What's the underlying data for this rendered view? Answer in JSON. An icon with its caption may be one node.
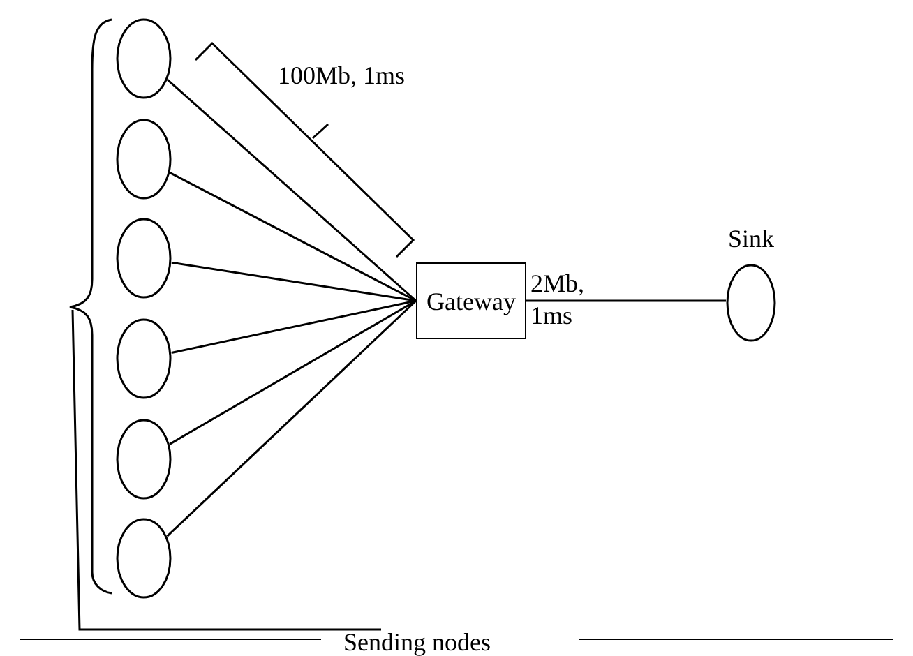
{
  "diagram": {
    "nodes": [
      {
        "text": [],
        "shape": "circle"
      },
      {
        "text": [],
        "shape": "circle"
      },
      {
        "text": [],
        "shape": "circle"
      },
      {
        "text": [],
        "shape": "circle"
      },
      {
        "text": [],
        "shape": "circle"
      },
      {
        "text": [],
        "shape": "circle"
      },
      {
        "text": [
          "Gateway"
        ]
      },
      {
        "text": [
          "Sink"
        ]
      }
    ],
    "edges": [
      {
        "from": 0,
        "to": 6,
        "arrow": "none"
      },
      {
        "from": 1,
        "to": 6,
        "arrow": "none"
      },
      {
        "from": 2,
        "to": 6,
        "arrow": "none"
      },
      {
        "from": 3,
        "to": 6,
        "arrow": "none"
      },
      {
        "from": 4,
        "to": 6,
        "arrow": "none"
      },
      {
        "from": 5,
        "to": 6,
        "arrow": "none"
      },
      {
        "from": 6,
        "to": 7,
        "arrow": "none",
        "label": "2Mb, 1ms"
      }
    ],
    "labels": [
      "100Mb, 1ms",
      "Sending nodes"
    ]
  }
}
